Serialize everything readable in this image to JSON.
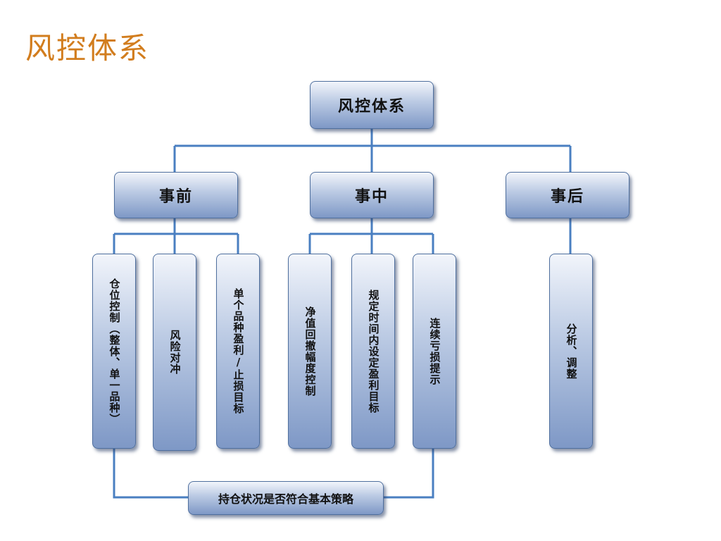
{
  "title": "风控体系",
  "colors": {
    "title": "#d27d1e",
    "connector": "#4a7fc1",
    "box_top": "#f2f5fb",
    "box_bottom": "#7e98c6"
  },
  "diagram": {
    "root": "风控体系",
    "phases": [
      {
        "label": "事前",
        "children": [
          "仓位控制（整体、单一品种）",
          "风险对冲",
          "单个品种盈利/止损目标"
        ]
      },
      {
        "label": "事中",
        "children": [
          "净值回撤幅度控制",
          "规定时间内设定盈利目标",
          "连续亏损提示"
        ]
      },
      {
        "label": "事后",
        "children": [
          "分析、调整"
        ]
      }
    ],
    "summary": "持仓状况是否符合基本策略"
  }
}
